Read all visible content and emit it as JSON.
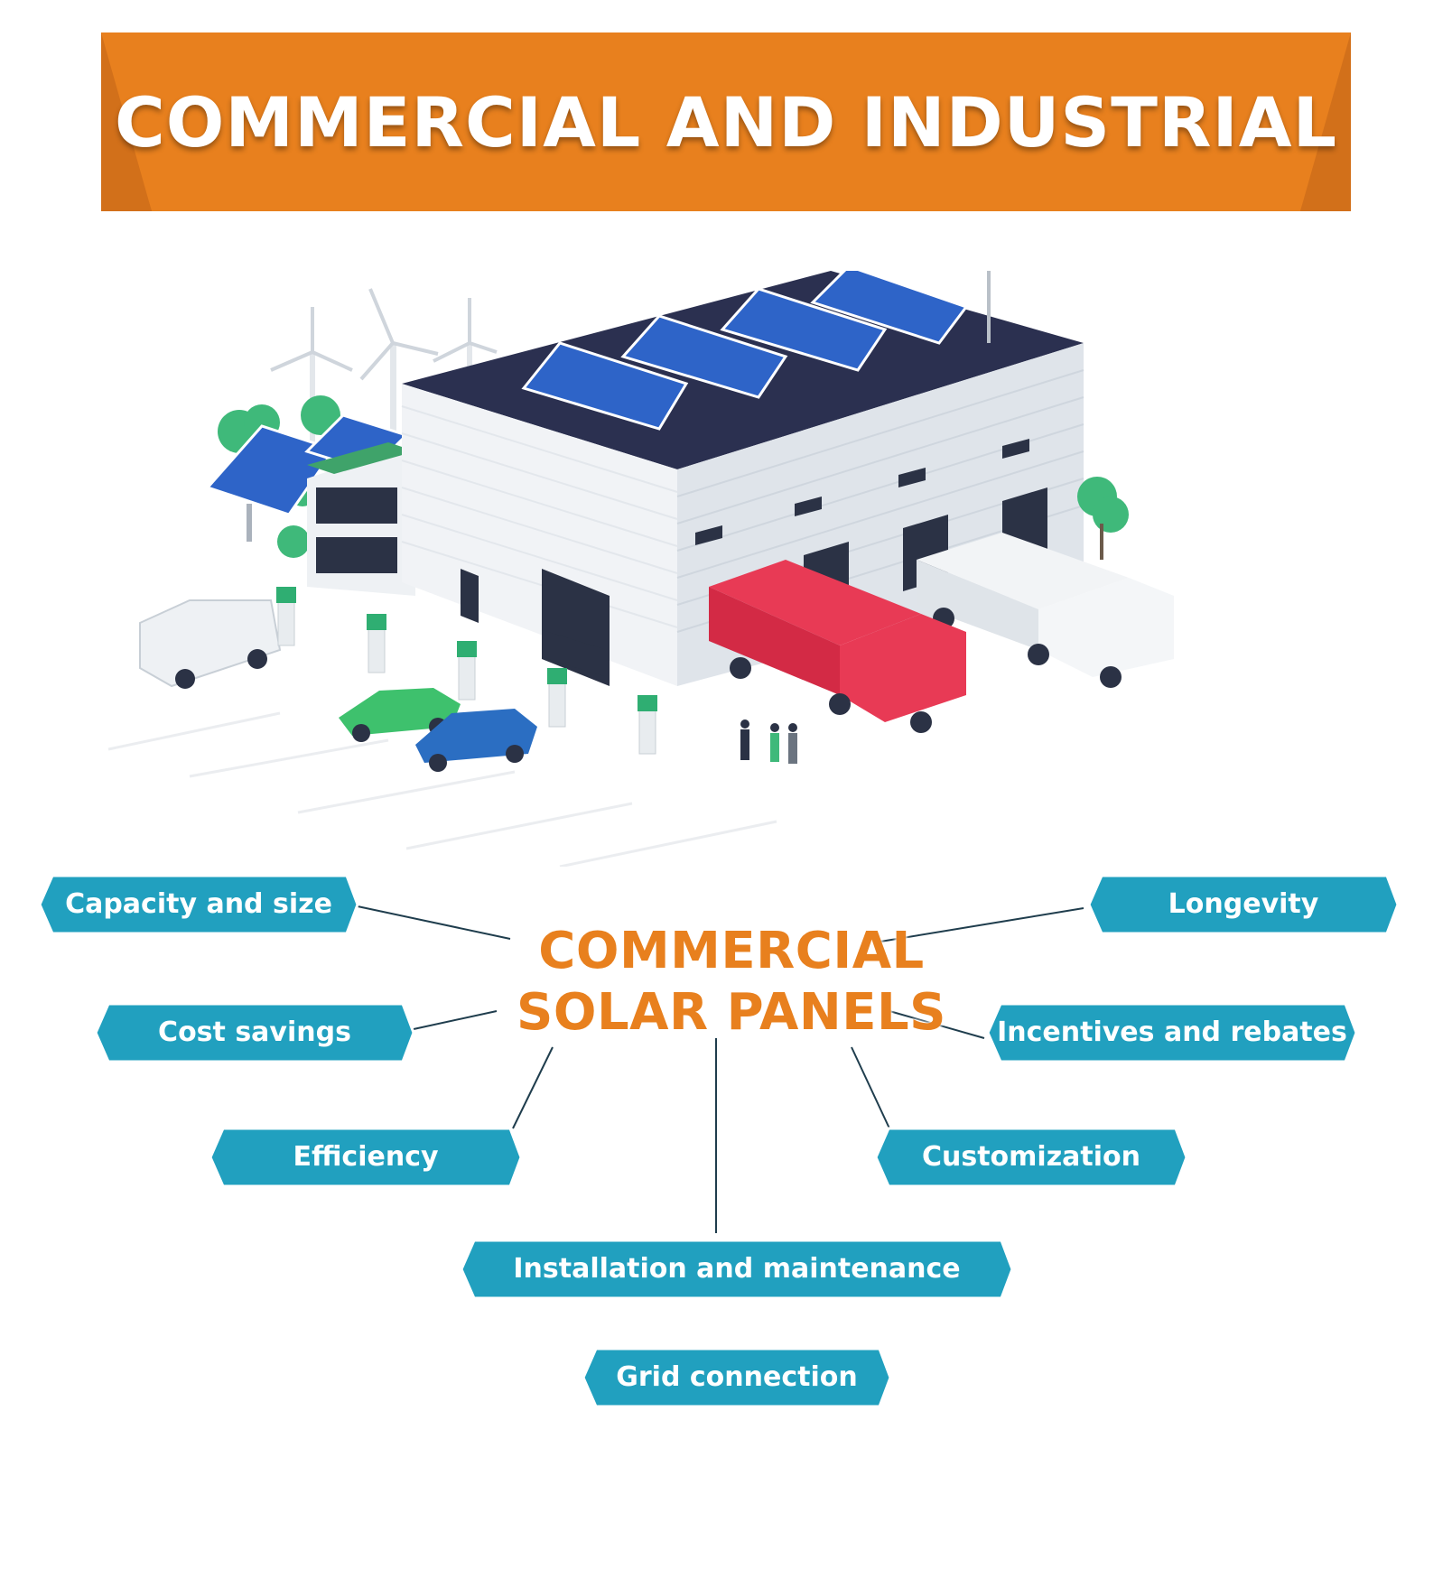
{
  "banner": {
    "title": "COMMERCIAL AND INDUSTRIAL",
    "color": "#E8801E",
    "shade": "#C96512"
  },
  "center": {
    "line1": "COMMERCIAL",
    "line2": "SOLAR PANELS",
    "color": "#E8801E"
  },
  "tags": {
    "color": "#21A0BF",
    "capacity": "Capacity and size",
    "cost": "Cost savings",
    "efficiency": "Efficiency",
    "installation": "Installation and maintenance",
    "grid": "Grid connection",
    "longevity": "Longevity",
    "incentives": "Incentives and rebates",
    "customization": "Customization"
  },
  "illustration": {
    "icons": [
      "warehouse-icon",
      "solar-panel-icon",
      "wind-turbine-icon",
      "truck-icon",
      "electric-car-icon",
      "charging-station-icon",
      "van-icon",
      "office-building-icon",
      "tree-icon",
      "people-icon"
    ]
  }
}
